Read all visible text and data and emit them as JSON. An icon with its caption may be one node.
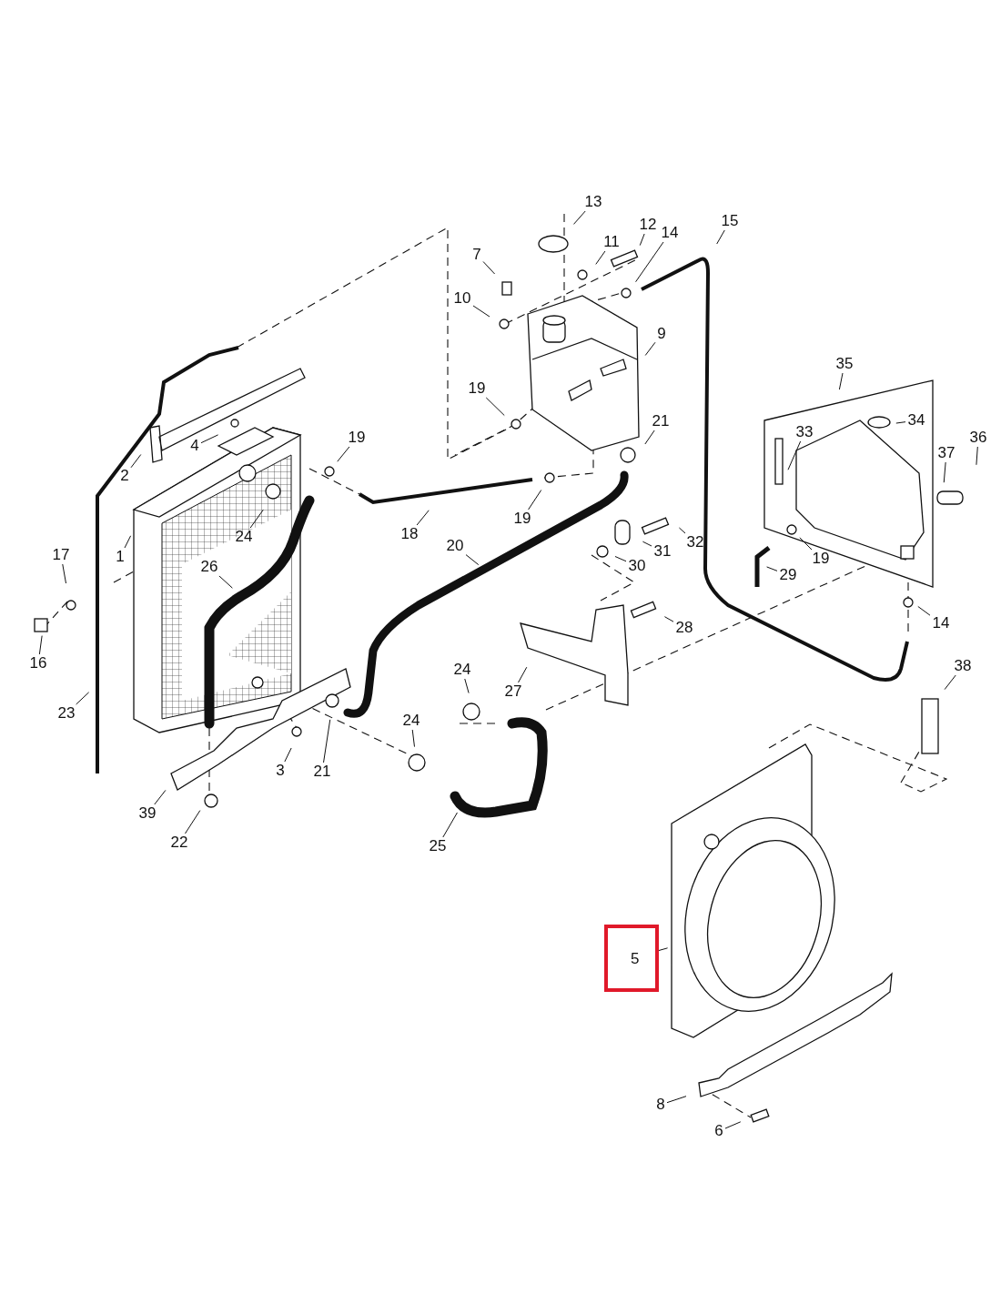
{
  "diagram": {
    "nodes": [
      {
        "text": [
          "13"
        ]
      },
      {
        "text": [
          "12"
        ]
      },
      {
        "text": [
          "11"
        ]
      },
      {
        "text": [
          "14"
        ]
      },
      {
        "text": [
          "15"
        ]
      },
      {
        "text": [
          "7"
        ]
      },
      {
        "text": [
          "10"
        ]
      },
      {
        "text": [
          "9"
        ]
      },
      {
        "text": [
          "19"
        ]
      },
      {
        "text": [
          "21"
        ]
      },
      {
        "text": [
          "35"
        ]
      },
      {
        "text": [
          "34"
        ]
      },
      {
        "text": [
          "33"
        ]
      },
      {
        "text": [
          "36"
        ]
      },
      {
        "text": [
          "37"
        ]
      },
      {
        "text": [
          "19"
        ]
      },
      {
        "text": [
          "4"
        ]
      },
      {
        "text": [
          "2"
        ]
      },
      {
        "text": [
          "24"
        ]
      },
      {
        "text": [
          "18"
        ]
      },
      {
        "text": [
          "19"
        ]
      },
      {
        "text": [
          "20"
        ]
      },
      {
        "text": [
          "31"
        ]
      },
      {
        "text": [
          "32"
        ]
      },
      {
        "text": [
          "30"
        ]
      },
      {
        "text": [
          "19"
        ]
      },
      {
        "text": [
          "29"
        ]
      },
      {
        "text": [
          "17"
        ]
      },
      {
        "text": [
          "1"
        ]
      },
      {
        "text": [
          "26"
        ]
      },
      {
        "text": [
          "16"
        ]
      },
      {
        "text": [
          "28"
        ]
      },
      {
        "text": [
          "14"
        ]
      },
      {
        "text": [
          "27"
        ]
      },
      {
        "text": [
          "24"
        ]
      },
      {
        "text": [
          "38"
        ]
      },
      {
        "text": [
          "23"
        ]
      },
      {
        "text": [
          "24"
        ]
      },
      {
        "text": [
          "3"
        ]
      },
      {
        "text": [
          "21"
        ]
      },
      {
        "text": [
          "39"
        ]
      },
      {
        "text": [
          "22"
        ]
      },
      {
        "text": [
          "25"
        ]
      },
      {
        "text": [
          "5"
        ]
      },
      {
        "text": [
          "8"
        ]
      },
      {
        "text": [
          "6"
        ]
      }
    ],
    "edges": [
      {
        "from": 0,
        "to": null,
        "arrow": "none"
      },
      {
        "from": 1,
        "to": null,
        "arrow": "none"
      },
      {
        "from": 2,
        "to": null,
        "arrow": "none"
      },
      {
        "from": 3,
        "to": null,
        "arrow": "none"
      },
      {
        "from": 4,
        "to": null,
        "arrow": "none"
      },
      {
        "from": 5,
        "to": null,
        "arrow": "none"
      },
      {
        "from": 6,
        "to": null,
        "arrow": "none"
      },
      {
        "from": 7,
        "to": null,
        "arrow": "none"
      },
      {
        "from": 8,
        "to": null,
        "arrow": "none"
      },
      {
        "from": 9,
        "to": null,
        "arrow": "none"
      },
      {
        "from": 10,
        "to": null,
        "arrow": "none"
      },
      {
        "from": 11,
        "to": null,
        "arrow": "none"
      },
      {
        "from": 12,
        "to": null,
        "arrow": "none"
      },
      {
        "from": 13,
        "to": null,
        "arrow": "none"
      },
      {
        "from": 14,
        "to": null,
        "arrow": "none"
      },
      {
        "from": 15,
        "to": null,
        "arrow": "none"
      },
      {
        "from": 16,
        "to": null,
        "arrow": "none"
      },
      {
        "from": 17,
        "to": null,
        "arrow": "none"
      },
      {
        "from": 18,
        "to": null,
        "arrow": "none"
      },
      {
        "from": 19,
        "to": null,
        "arrow": "none"
      },
      {
        "from": 20,
        "to": null,
        "arrow": "none"
      },
      {
        "from": 21,
        "to": null,
        "arrow": "none"
      },
      {
        "from": 22,
        "to": null,
        "arrow": "none"
      },
      {
        "from": 23,
        "to": null,
        "arrow": "none"
      },
      {
        "from": 24,
        "to": null,
        "arrow": "none"
      },
      {
        "from": 25,
        "to": null,
        "arrow": "none"
      },
      {
        "from": 26,
        "to": null,
        "arrow": "none"
      },
      {
        "from": 27,
        "to": null,
        "arrow": "none"
      },
      {
        "from": 28,
        "to": null,
        "arrow": "none"
      },
      {
        "from": 29,
        "to": null,
        "arrow": "none"
      },
      {
        "from": 30,
        "to": null,
        "arrow": "none"
      },
      {
        "from": 31,
        "to": null,
        "arrow": "none"
      },
      {
        "from": 32,
        "to": null,
        "arrow": "none"
      },
      {
        "from": 33,
        "to": null,
        "arrow": "none"
      },
      {
        "from": 34,
        "to": null,
        "arrow": "none"
      },
      {
        "from": 35,
        "to": null,
        "arrow": "none"
      },
      {
        "from": 36,
        "to": null,
        "arrow": "none"
      },
      {
        "from": 37,
        "to": null,
        "arrow": "none"
      },
      {
        "from": 38,
        "to": null,
        "arrow": "none"
      },
      {
        "from": 39,
        "to": null,
        "arrow": "none"
      },
      {
        "from": 40,
        "to": null,
        "arrow": "none"
      },
      {
        "from": 41,
        "to": null,
        "arrow": "none"
      },
      {
        "from": 42,
        "to": null,
        "arrow": "none"
      },
      {
        "from": 43,
        "to": null,
        "arrow": "none"
      },
      {
        "from": 44,
        "to": null,
        "arrow": "none"
      },
      {
        "from": 45,
        "to": null,
        "arrow": "none"
      }
    ]
  }
}
